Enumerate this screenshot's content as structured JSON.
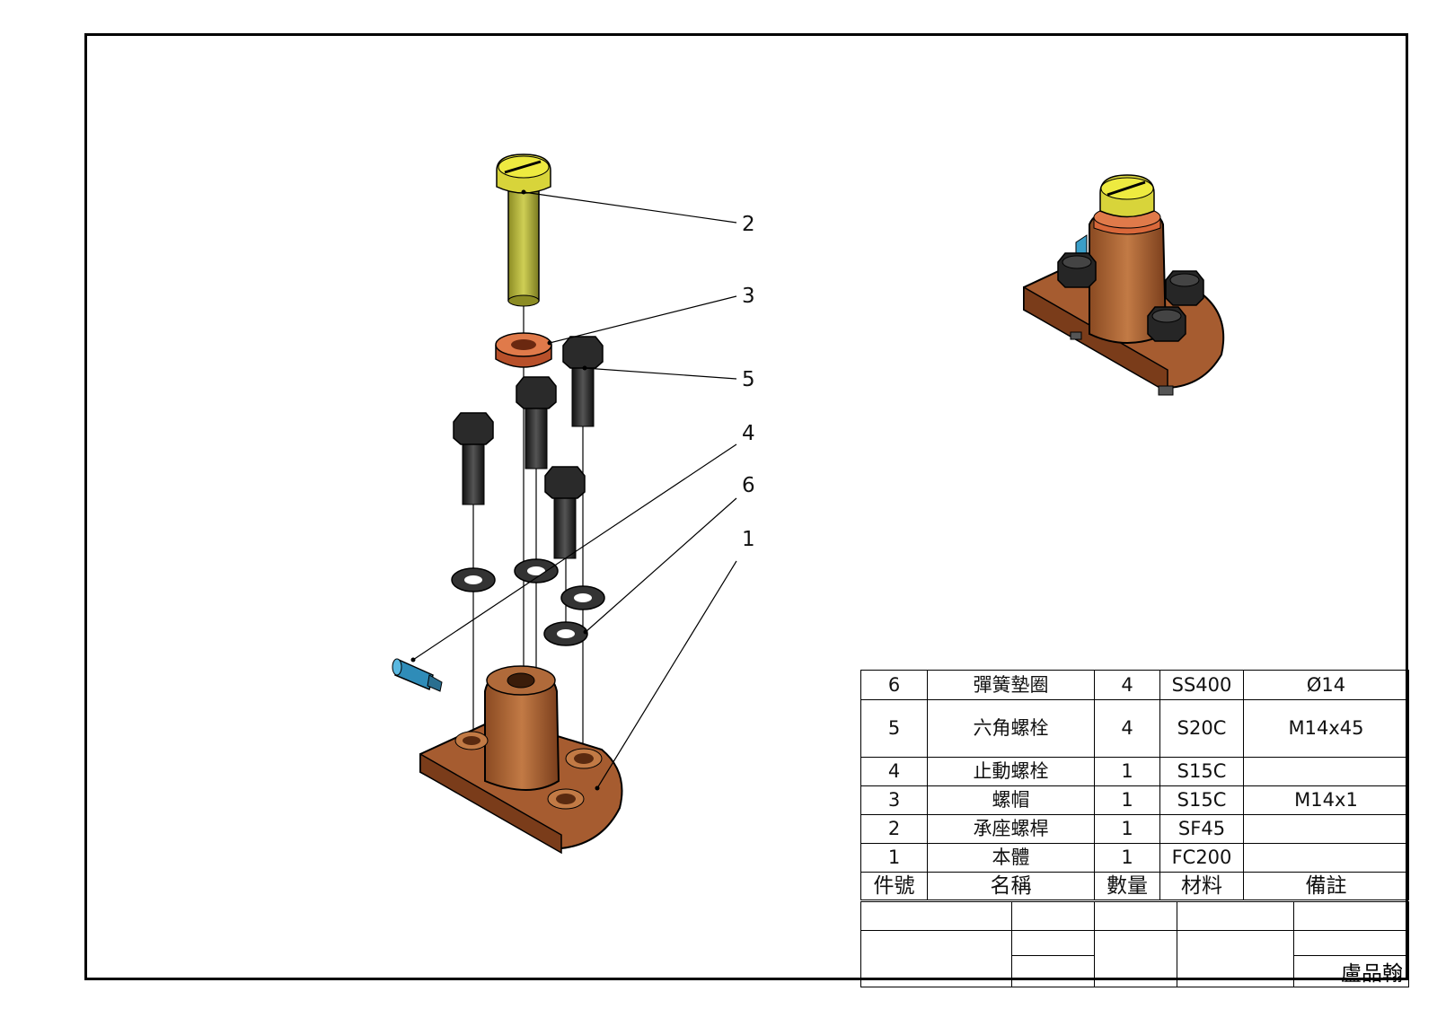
{
  "drawing": {
    "author": "盧品翰"
  },
  "balloons": [
    "2",
    "3",
    "5",
    "4",
    "6",
    "1"
  ],
  "bom": {
    "header": {
      "item_no": "件號",
      "name": "名稱",
      "qty": "數量",
      "material": "材料",
      "remark": "備註"
    },
    "rows": [
      {
        "item_no": "6",
        "name": "彈簧墊圈",
        "qty": "4",
        "material": "SS400",
        "remark": "Ø14"
      },
      {
        "item_no": "5",
        "name": "六角螺栓",
        "qty": "4",
        "material": "S20C",
        "remark": "M14x45"
      },
      {
        "item_no": "4",
        "name": "止動螺栓",
        "qty": "1",
        "material": "S15C",
        "remark": ""
      },
      {
        "item_no": "3",
        "name": "螺帽",
        "qty": "1",
        "material": "S15C",
        "remark": "M14x1"
      },
      {
        "item_no": "2",
        "name": "承座螺桿",
        "qty": "1",
        "material": "SF45",
        "remark": ""
      },
      {
        "item_no": "1",
        "name": "本體",
        "qty": "1",
        "material": "FC200",
        "remark": ""
      }
    ]
  },
  "colors": {
    "body": "#b5683a",
    "screw": "#c8c842",
    "screw_head": "#e6e23a",
    "nut": "#d9683a",
    "bolt": "#262626",
    "washer": "#3a3a3a",
    "stop_screw": "#3a9ec8"
  }
}
